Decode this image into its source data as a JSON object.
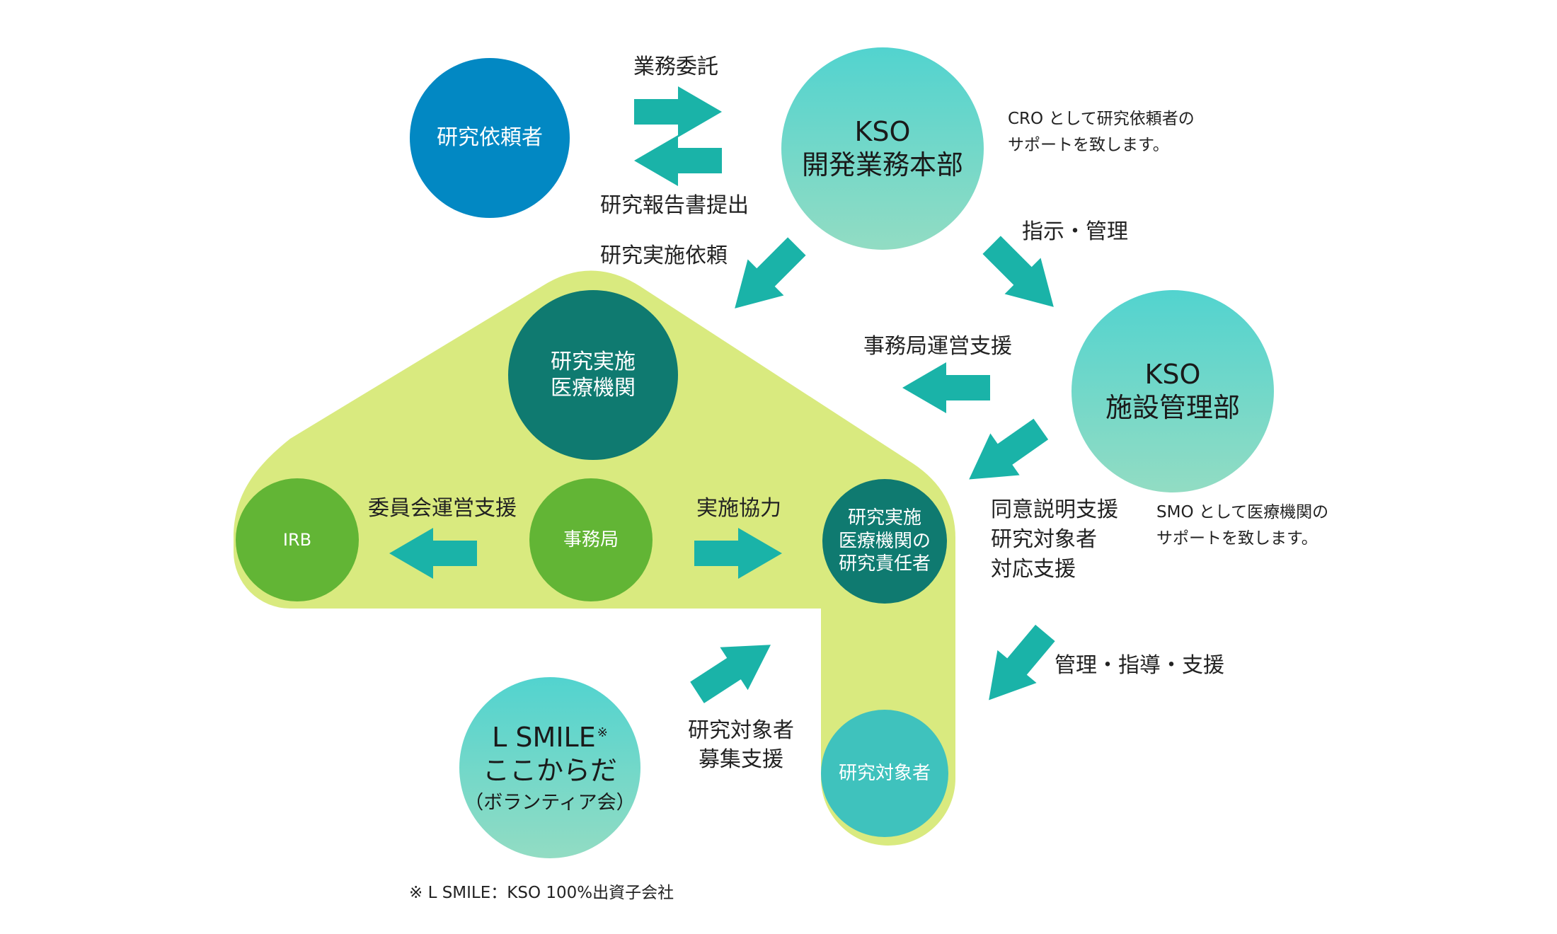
{
  "colors": {
    "arrow": "#1ab3a8",
    "blue": "#0288c3",
    "dark_teal": "#0f7a70",
    "green": "#62b535",
    "lime_region": "#d9ea7f",
    "light_teal_top": "#52d3cf",
    "light_teal_bottom": "#92dcc3",
    "subject_teal": "#3fc2bd"
  },
  "nodes": {
    "sponsor": {
      "label": "研究依頼者"
    },
    "kso_dev": {
      "line1": "KSO",
      "line2": "開発業務本部"
    },
    "kso_facility": {
      "line1": "KSO",
      "line2": "施設管理部"
    },
    "institution": {
      "line1": "研究実施",
      "line2": "医療機関"
    },
    "irb": {
      "label": "IRB"
    },
    "office": {
      "label": "事務局"
    },
    "investigator": {
      "line1": "研究実施",
      "line2": "医療機関の",
      "line3": "研究責任者"
    },
    "subject": {
      "label": "研究対象者"
    },
    "lsmile": {
      "line1": "L SMILE",
      "mark": "※",
      "line2": "ここからだ",
      "line3": "（ボランティア会）"
    }
  },
  "arrow_labels": {
    "outsourcing": "業務委託",
    "report": "研究報告書提出",
    "request": "研究実施依頼",
    "direction": "指示・管理",
    "office_support": "事務局運営支援",
    "consent_support": [
      "同意説明支援",
      "研究対象者",
      "対応支援"
    ],
    "committee_support": "委員会運営支援",
    "cooperation": "実施協力",
    "management": "管理・指導・支援",
    "recruitment": [
      "研究対象者",
      "募集支援"
    ]
  },
  "notes": {
    "cro": [
      "CRO として研究依頼者の",
      "サポートを致します。"
    ],
    "smo": [
      "SMO として医療機関の",
      "サポートを致します。"
    ],
    "footnote": "※ L SMILE：KSO 100%出資子会社"
  }
}
